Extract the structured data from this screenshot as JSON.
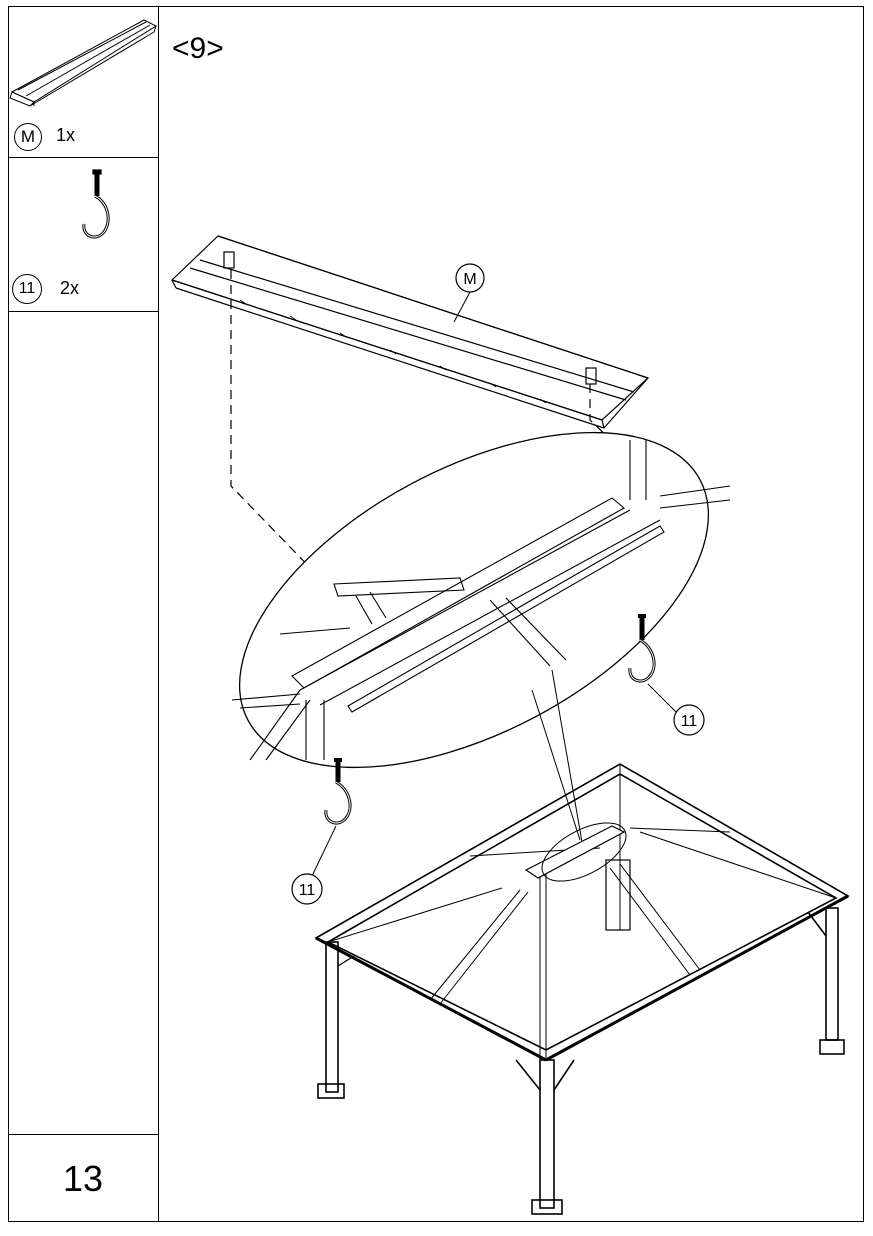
{
  "step_label": "<9>",
  "page_number": "13",
  "parts": [
    {
      "id": "M",
      "quantity": "1x"
    },
    {
      "id": "11",
      "quantity": "2x"
    }
  ],
  "callouts": {
    "roof_panel": "M",
    "hook_right": "11",
    "hook_left": "11"
  }
}
